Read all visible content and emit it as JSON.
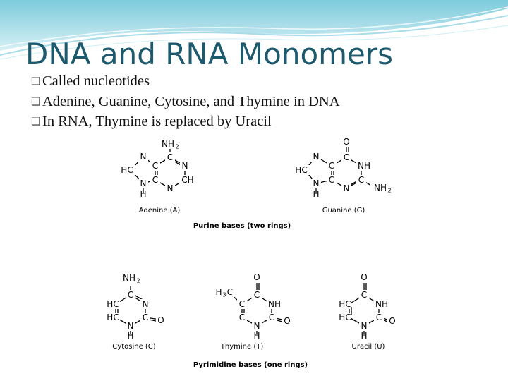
{
  "slide": {
    "title": "DNA and RNA Monomers",
    "bullet_glyph": "❑",
    "bullets": [
      "Called nucleotides",
      "Adenine, Guanine, Cytosine, and Thymine in DNA",
      "In RNA, Thymine is replaced by Uracil"
    ]
  },
  "figure": {
    "atoms": {
      "N": "N",
      "C": "C",
      "H": "H",
      "O": "O",
      "HC": "HC",
      "NH": "NH",
      "NH2": "NH",
      "NH2_sub": "2",
      "CH": "CH",
      "H3C": "H",
      "H3C_sub": "3",
      "H3C_c": "C"
    },
    "molecules": {
      "adenine": "Adenine (A)",
      "guanine": "Guanine (G)",
      "cytosine": "Cytosine (C)",
      "thymine": "Thymine (T)",
      "uracil": "Uracil (U)"
    },
    "captions": {
      "purine": "Purine bases (two rings)",
      "pyrimidine": "Pyrimidine bases (one rings)"
    }
  },
  "colors": {
    "title": "#1e5a6e",
    "wave_dark": "#6fc3d6",
    "wave_light": "#c5e9f1"
  }
}
